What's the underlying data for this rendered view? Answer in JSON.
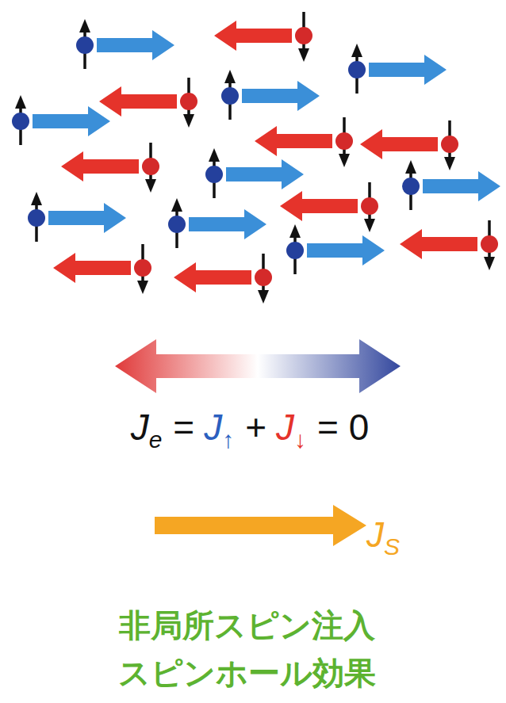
{
  "diagram": {
    "labels": [
      "J",
      "e",
      "=",
      "J",
      "↑",
      "+",
      "J",
      "↓",
      "= 0",
      "J",
      "S",
      "非局所スピン注入",
      "スピンホール効果"
    ]
  }
}
